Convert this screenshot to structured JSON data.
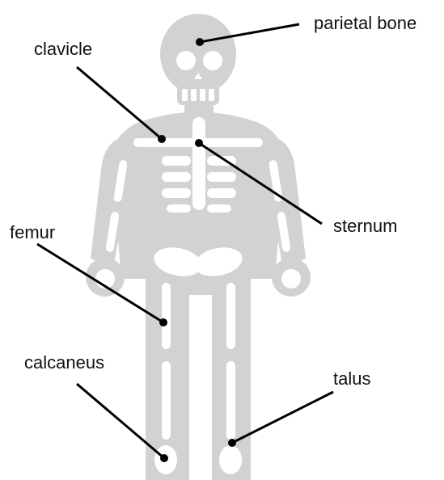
{
  "labels": {
    "parietal_bone": "parietal bone",
    "clavicle": "clavicle",
    "sternum": "sternum",
    "femur": "femur",
    "calcaneus": "calcaneus",
    "talus": "talus"
  },
  "colors": {
    "silhouette": "#d2d2d2",
    "bone_holes": "#ffffff",
    "leader_lines": "#000000",
    "text": "#111111"
  }
}
